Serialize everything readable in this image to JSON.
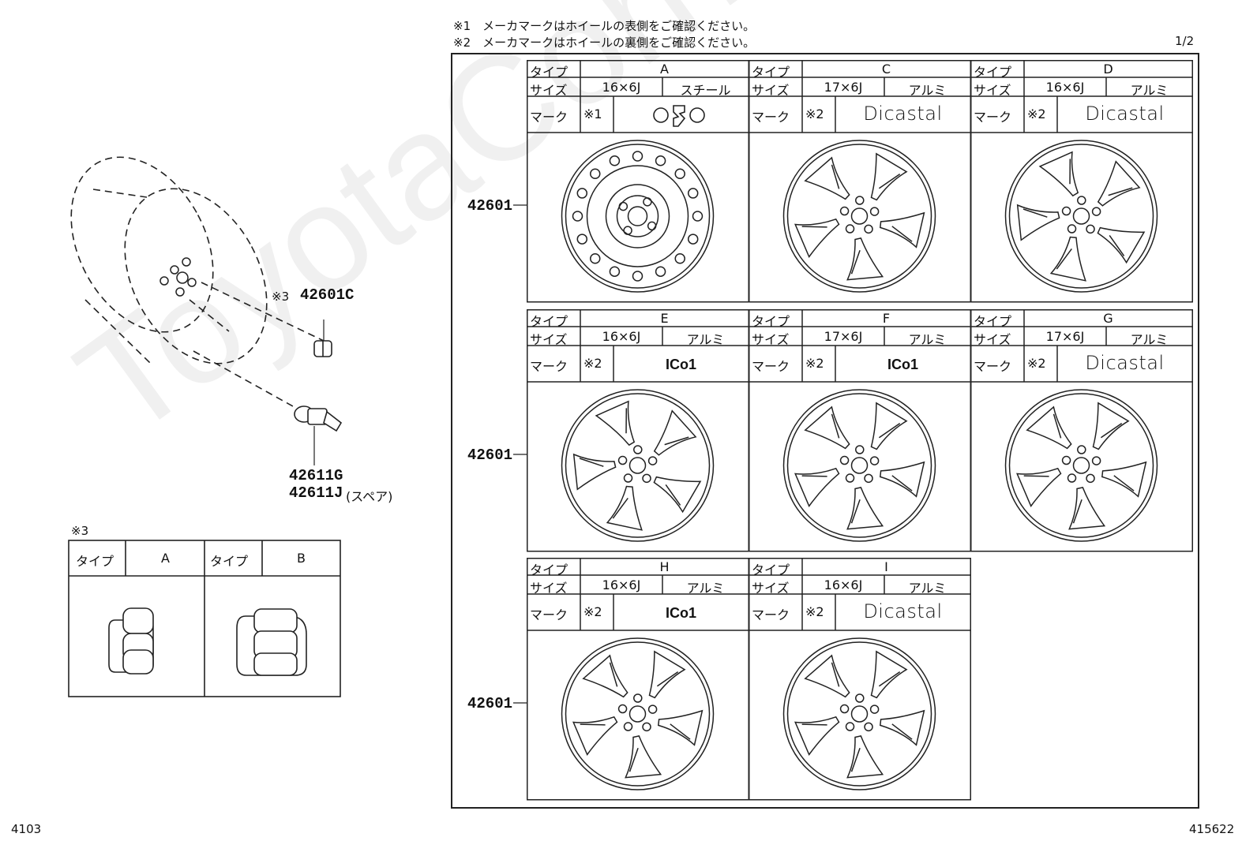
{
  "watermark": "ToyotaCorner",
  "notes": {
    "note1": "※1　メーカマークはホイールの表側をご確認ください。",
    "note2": "※2　メーカマークはホイールの裏側をご確認ください。",
    "page": "1/2"
  },
  "left": {
    "nut_prefix": "※3",
    "nut_pn": "42601C",
    "valve_pn1": "42611G",
    "valve_pn2": "42611J",
    "valve_spare": "(スペア)"
  },
  "nut_table": {
    "ref": "※3",
    "type_label": "タイプ",
    "type_a": "A",
    "type_b": "B"
  },
  "wheel_labels": {
    "type": "タイプ",
    "size": "サイズ",
    "mark": "マーク"
  },
  "row_pn": "42601",
  "wheels": [
    {
      "type": "A",
      "size": "16×6J",
      "material": "スチール",
      "note": "※1",
      "mark": "logo-icon"
    },
    {
      "type": "C",
      "size": "17×6J",
      "material": "アルミ",
      "note": "※2",
      "mark": "Dicastal"
    },
    {
      "type": "D",
      "size": "16×6J",
      "material": "アルミ",
      "note": "※2",
      "mark": "Dicastal"
    },
    {
      "type": "E",
      "size": "16×6J",
      "material": "アルミ",
      "note": "※2",
      "mark": "ICo1"
    },
    {
      "type": "F",
      "size": "17×6J",
      "material": "アルミ",
      "note": "※2",
      "mark": "ICo1"
    },
    {
      "type": "G",
      "size": "17×6J",
      "material": "アルミ",
      "note": "※2",
      "mark": "Dicastal"
    },
    {
      "type": "H",
      "size": "16×6J",
      "material": "アルミ",
      "note": "※2",
      "mark": "ICo1"
    },
    {
      "type": "I",
      "size": "16×6J",
      "material": "アルミ",
      "note": "※2",
      "mark": "Dicastal"
    }
  ],
  "footer": {
    "left": "4103",
    "right": "415622"
  }
}
